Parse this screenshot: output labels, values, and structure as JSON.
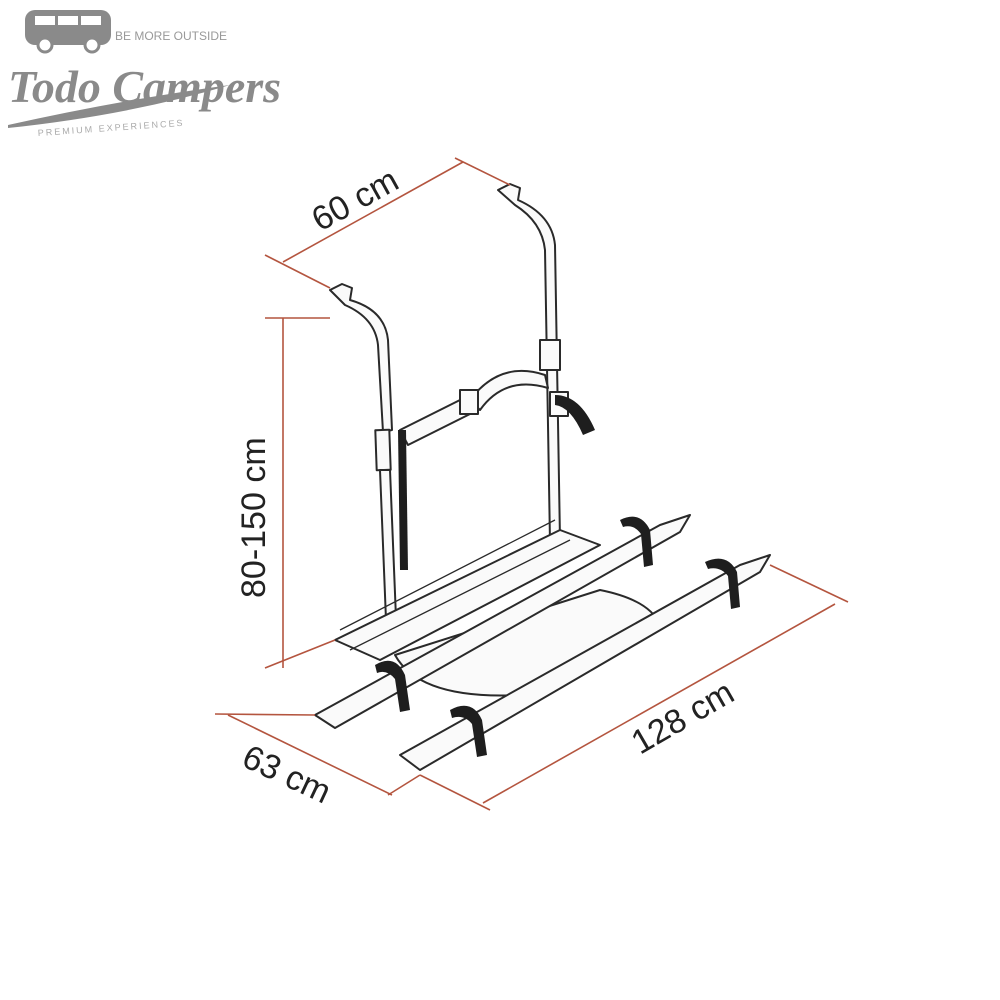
{
  "logo": {
    "brand": "Todo Campers",
    "tagline_top": "BE MORE OUTSIDE",
    "tagline_bottom": "PREMIUM EXPERIENCES",
    "icon": "camper-van-icon",
    "color": "#8a8a8a"
  },
  "dimensions": {
    "width_top": "60 cm",
    "height": "80-150 cm",
    "depth": "63 cm",
    "length": "128 cm",
    "line_color": "#b4553f"
  }
}
